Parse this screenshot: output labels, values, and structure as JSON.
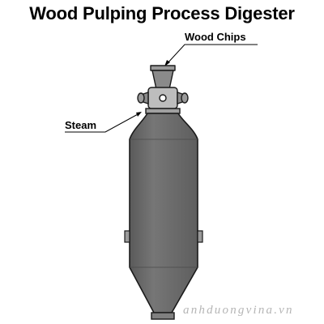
{
  "title": "Wood Pulping Process Digester",
  "labels": {
    "wood_chips": "Wood Chips",
    "steam": "Steam"
  },
  "watermark": "anhduongvina.vn",
  "colors": {
    "vessel_body": "#6e6e6e",
    "vessel_outline": "#1a1a1a",
    "vessel_cap": "#c8c8c8",
    "background": "#ffffff"
  }
}
